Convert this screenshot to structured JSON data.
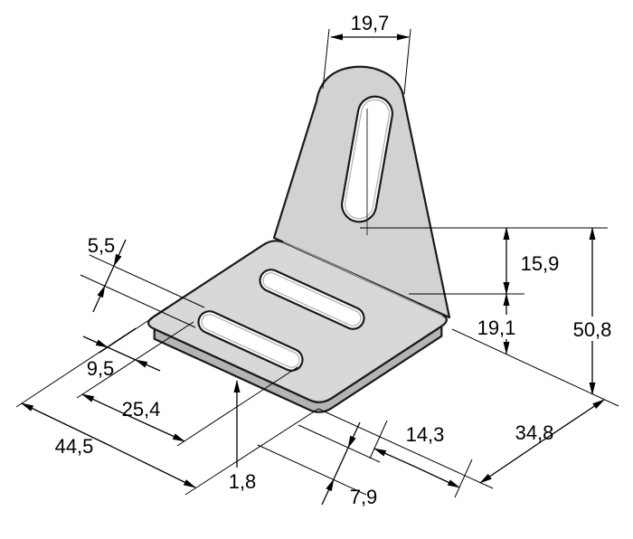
{
  "drawing": {
    "type": "isometric dimension drawing",
    "part": "L-shaped mounting bracket with slotted holes",
    "colors": {
      "background": "#ffffff",
      "part_fill": "#d5d5d5",
      "base_fill": "#d8d8d8",
      "side_fill": "#b4b4b4",
      "outline": "#1a1a1a",
      "dimension_lines": "#000000",
      "text": "#000000"
    },
    "dims": [
      {
        "id": "top-tab-width",
        "value": "19,7"
      },
      {
        "id": "base-slot-width",
        "value": "5,5"
      },
      {
        "id": "base-slot-offset",
        "value": "9,5"
      },
      {
        "id": "base-slot-length",
        "value": "25,4"
      },
      {
        "id": "base-width",
        "value": "44,5"
      },
      {
        "id": "material-thickness",
        "value": "1,8"
      },
      {
        "id": "slot-end-distance",
        "value": "7,9"
      },
      {
        "id": "slot-side-distance",
        "value": "14,3"
      },
      {
        "id": "base-depth",
        "value": "34,8"
      },
      {
        "id": "vertical-slot-length",
        "value": "15,9"
      },
      {
        "id": "slot-bottom-height",
        "value": "19,1"
      },
      {
        "id": "overall-height",
        "value": "50,8"
      }
    ]
  }
}
